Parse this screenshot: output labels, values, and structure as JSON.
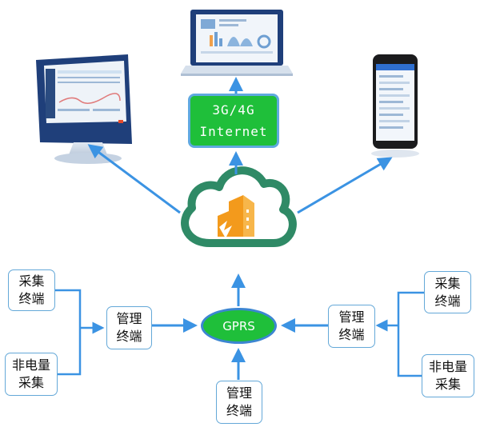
{
  "network": {
    "line1": "3G/4G",
    "line2": "Internet"
  },
  "gprs": {
    "label": "GPRS"
  },
  "left": {
    "collect": [
      "采集",
      "终端"
    ],
    "nonelectric": [
      "非电量",
      "采集"
    ],
    "manager": [
      "管理",
      "终端"
    ]
  },
  "right": {
    "collect": [
      "采集",
      "终端"
    ],
    "nonelectric": [
      "非电量",
      "采集"
    ],
    "manager": [
      "管理",
      "终端"
    ]
  },
  "bottom": {
    "manager": [
      "管理",
      "终端"
    ]
  },
  "colors": {
    "arrow": "#3b93e3",
    "connector": "#3b93e3",
    "green": "#1fbf3a",
    "cloud_outline": "#2f8a66",
    "logo_orange": "#f39a1c"
  }
}
